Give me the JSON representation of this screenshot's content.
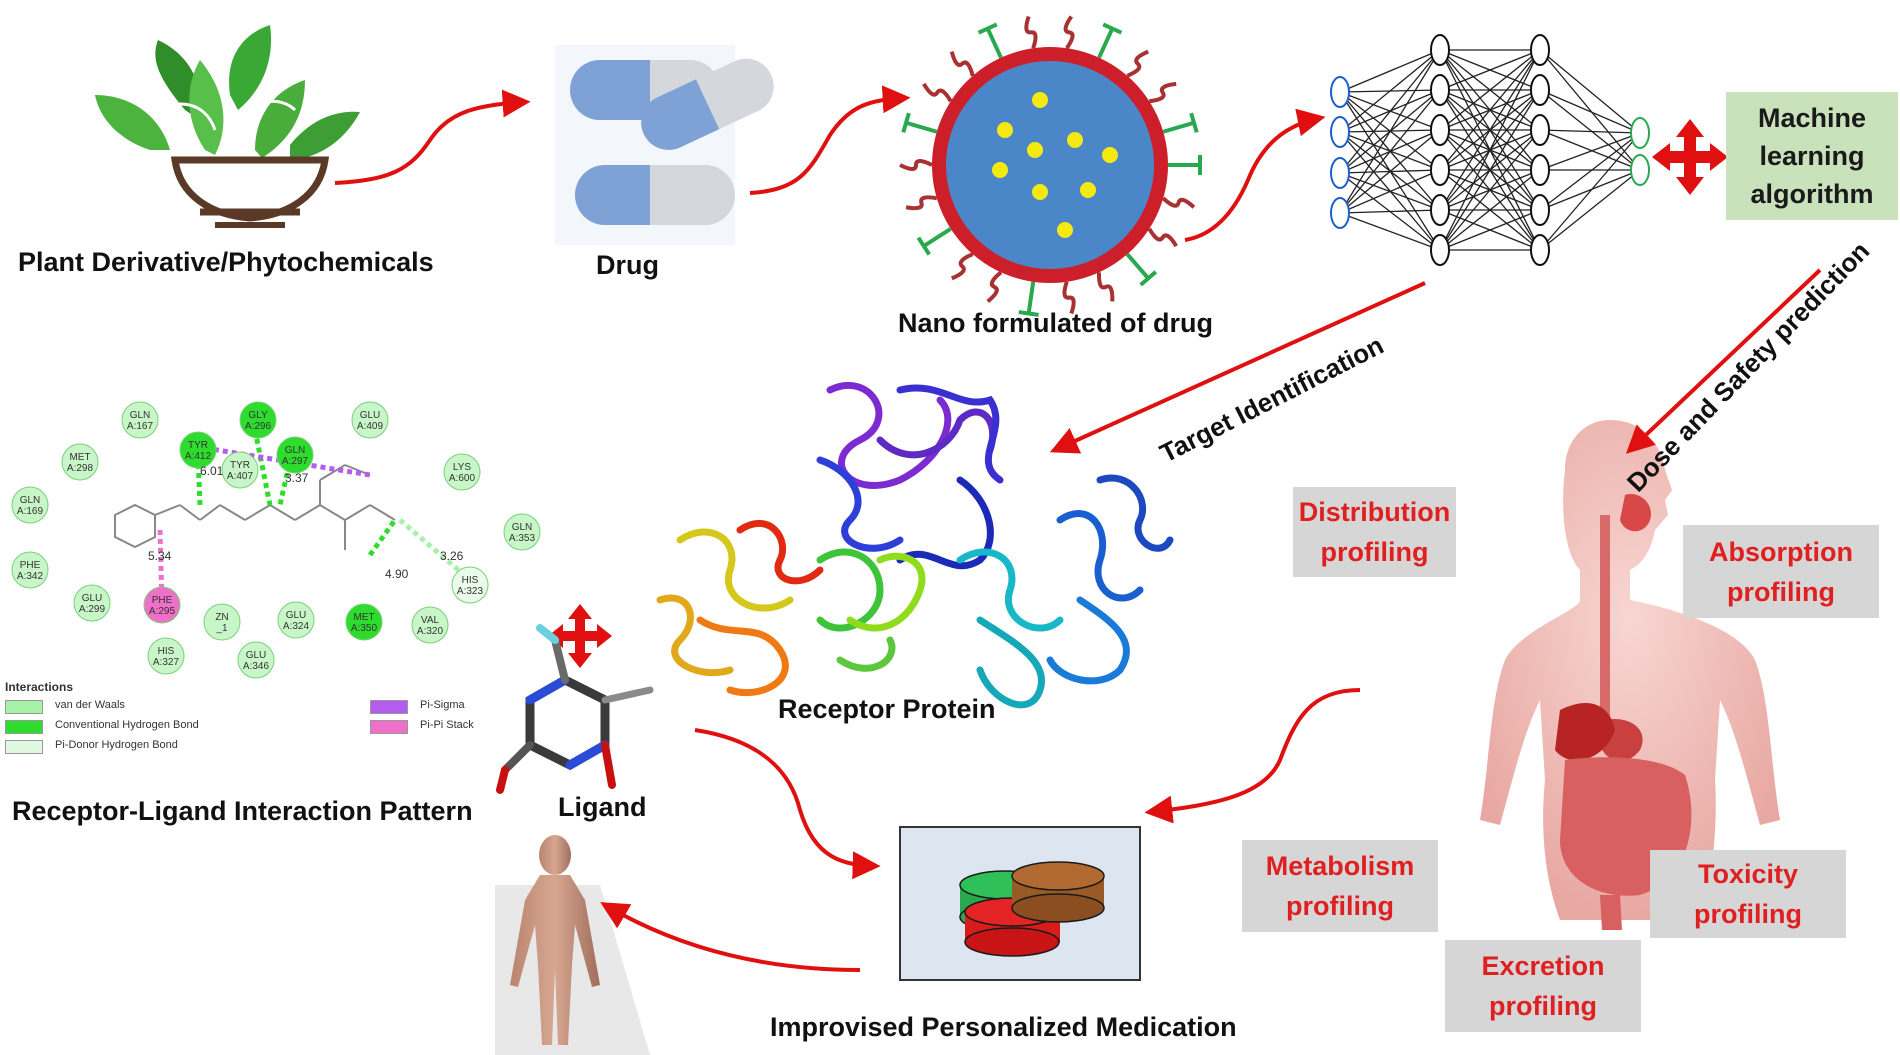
{
  "labels": {
    "plant": "Plant Derivative/Phytochemicals",
    "drug": "Drug",
    "nano": "Nano formulated of drug",
    "receptor_protein": "Receptor Protein",
    "ligand": "Ligand",
    "interaction_pattern": "Receptor-Ligand Interaction Pattern",
    "personalized": "Improvised Personalized Medication",
    "target_identification": "Target Identification",
    "dose_safety": "Dose and Safety prediction"
  },
  "ml_box": {
    "line1": "Machine",
    "line2": "learning",
    "line3": "algorithm"
  },
  "profiles": {
    "distribution": {
      "line1": "Distribution",
      "line2": "profiling"
    },
    "absorption": {
      "line1": "Absorption",
      "line2": "profiling"
    },
    "metabolism": {
      "line1": "Metabolism",
      "line2": "profiling"
    },
    "toxicity": {
      "line1": "Toxicity",
      "line2": "profiling"
    },
    "excretion": {
      "line1": "Excretion",
      "line2": "profiling"
    }
  },
  "interaction_legend": {
    "title": "Interactions",
    "items": [
      {
        "label": "van der Waals",
        "color": "#a6f2a6"
      },
      {
        "label": "Conventional Hydrogen Bond",
        "color": "#2edc2e"
      },
      {
        "label": "Pi-Donor Hydrogen Bond",
        "color": "#dff8df"
      },
      {
        "label": "Pi-Sigma",
        "color": "#b45cf0"
      },
      {
        "label": "Pi-Pi Stack",
        "color": "#ef70c8"
      }
    ]
  },
  "residues": [
    {
      "id": "GLN A:167",
      "type": "vdw"
    },
    {
      "id": "GLY A:296",
      "type": "hbond"
    },
    {
      "id": "GLU A:409",
      "type": "vdw"
    },
    {
      "id": "MET A:298",
      "type": "vdw"
    },
    {
      "id": "TYR A:412",
      "type": "hbond"
    },
    {
      "id": "GLN A:297",
      "type": "hbond"
    },
    {
      "id": "TYR A:407",
      "type": "vdw"
    },
    {
      "id": "LYS A:600",
      "type": "vdw"
    },
    {
      "id": "GLN A:169",
      "type": "vdw"
    },
    {
      "id": "GLN A:353",
      "type": "vdw"
    },
    {
      "id": "PHE A:342",
      "type": "vdw"
    },
    {
      "id": "HIS A:323",
      "type": "pidonor"
    },
    {
      "id": "GLU A:299",
      "type": "vdw"
    },
    {
      "id": "PHE A:295",
      "type": "pipi"
    },
    {
      "id": "ZN _1",
      "type": "vdw"
    },
    {
      "id": "GLU A:324",
      "type": "vdw"
    },
    {
      "id": "MET A:350",
      "type": "hbond"
    },
    {
      "id": "VAL A:320",
      "type": "vdw"
    },
    {
      "id": "HIS A:327",
      "type": "vdw"
    },
    {
      "id": "GLU A:346",
      "type": "vdw"
    }
  ],
  "distances": [
    "6.01",
    "3.37",
    "5.34",
    "3.26",
    "4.90"
  ],
  "colors": {
    "arrow": "#e01010",
    "box_text": "#e02020",
    "box_bg": "#d6d6d6",
    "ml_bg": "#c9e2bb",
    "nano_core": "#4a86c8",
    "nano_shell": "#cc1f2a",
    "drug_payload": "#f5ea10",
    "capsule_blue": "#7ea2d6",
    "capsule_grey": "#d4d8dc"
  }
}
